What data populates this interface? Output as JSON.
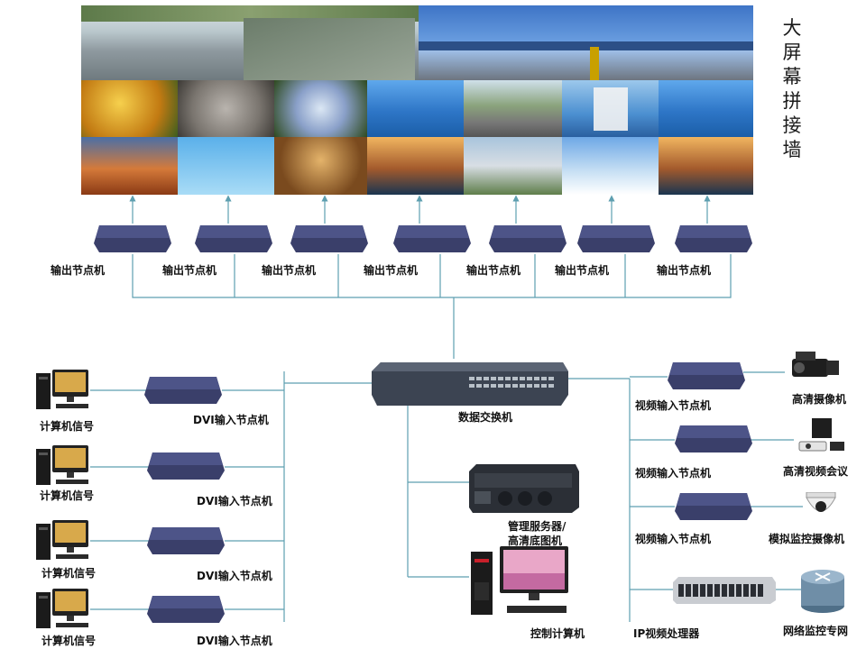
{
  "wall": {
    "title": "大屏幕拼接墙"
  },
  "output_nodes": {
    "label": "输出节点机",
    "count": 7
  },
  "switch": {
    "label": "数据交换机"
  },
  "dvi_inputs": {
    "label": "DVI输入节点机",
    "count": 4
  },
  "computers": {
    "label": "计算机信号",
    "count": 4
  },
  "servers": {
    "management_line1": "管理服务器/",
    "management_line2": "高清底图机",
    "control": "控制计算机",
    "ip_processor": "IP视频处理器"
  },
  "video_inputs": {
    "label": "视频输入节点机",
    "count": 3
  },
  "sources": {
    "hd_camera": "高清摄像机",
    "video_conference": "高清视频会议",
    "analog_camera": "模拟监控摄像机",
    "network": "网络监控专网"
  },
  "colors": {
    "line": "#5e9fb0",
    "node_body": "#3a3f6a",
    "node_top": "#4b5184"
  }
}
